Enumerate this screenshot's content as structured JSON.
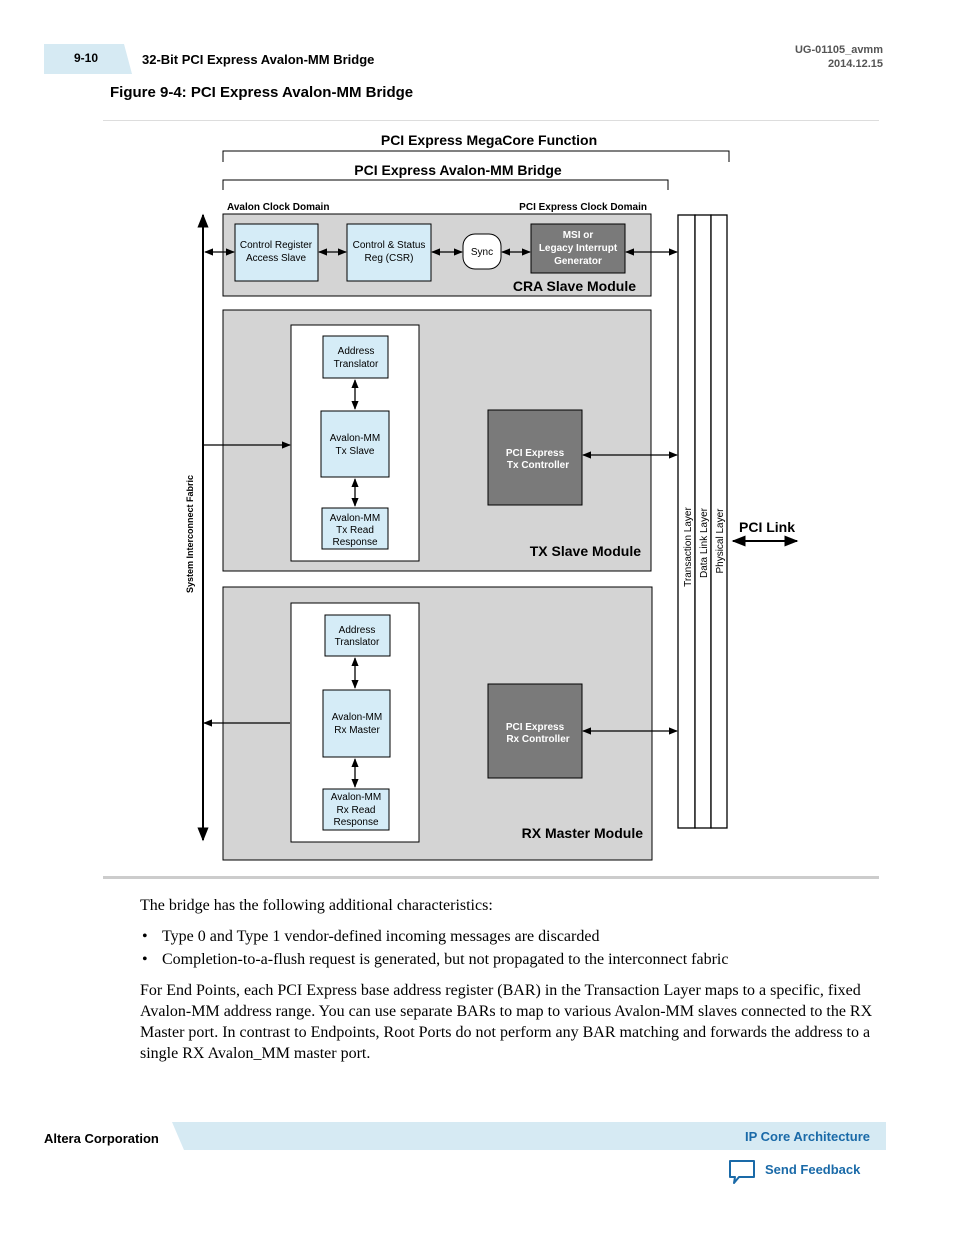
{
  "header": {
    "page_number": "9-10",
    "title": "32-Bit PCI Express Avalon-MM Bridge",
    "doc_id": "UG-01105_avmm",
    "date": "2014.12.15"
  },
  "figure": {
    "caption": "Figure 9-4: PCI Express Avalon-MM Bridge",
    "megacore_label": "PCI Express MegaCore Function",
    "bridge_label": "PCI Express Avalon-MM Bridge",
    "avalon_clock_domain": "Avalon Clock Domain",
    "pcie_clock_domain": "PCI Express Clock Domain",
    "system_fabric": "System Interconnect Fabric",
    "cra": {
      "module_label": "CRA Slave Module",
      "control_register_1": "Control Register",
      "control_register_2": "Access Slave",
      "csr_1": "Control & Status",
      "csr_2": "Reg (CSR)",
      "sync": "Sync",
      "msi_1": "MSI or",
      "msi_2": "Legacy Interrupt",
      "msi_3": "Generator"
    },
    "tx": {
      "module_label": "TX Slave Module",
      "addr_1": "Address",
      "addr_2": "Translator",
      "slave_1": "Avalon-MM",
      "slave_2": "Tx Slave",
      "read_1": "Avalon-MM",
      "read_2": "Tx Read",
      "read_3": "Response",
      "ctrl_1": "PCI Express",
      "ctrl_2": "Tx Controller"
    },
    "rx": {
      "module_label": "RX Master Module",
      "addr_1": "Address",
      "addr_2": "Translator",
      "master_1": "Avalon-MM",
      "master_2": "Rx Master",
      "read_1": "Avalon-MM",
      "read_2": "Rx Read",
      "read_3": "Response",
      "ctrl_1": "PCI Express",
      "ctrl_2": "Rx Controller"
    },
    "layers": {
      "transaction": "Transaction Layer",
      "data_link": "Data Link Layer",
      "physical": "Physical Layer"
    },
    "pci_link": "PCI Link"
  },
  "body": {
    "intro": "The bridge has the following additional characteristics:",
    "bullets": [
      "Type 0 and Type 1 vendor-defined incoming messages are discarded",
      "Completion-to-a-flush request is generated, but not propagated to the interconnect fabric"
    ],
    "paragraph": "For End Points, each PCI Express base address register (BAR) in the Transaction Layer maps to a specific, fixed Avalon-MM address range. You can use separate BARs to map to various Avalon-MM slaves connected to the RX Master port. In contrast to Endpoints, Root Ports do not perform any BAR matching and forwards the address to a single RX Avalon_MM master port."
  },
  "footer": {
    "company": "Altera Corporation",
    "section": "IP Core Architecture",
    "feedback": "Send Feedback"
  },
  "colors": {
    "module_fill": "#d4d4d4",
    "block_fill": "#d5ecf7",
    "controller_fill": "#7a7a7a",
    "accent_blue": "#1a6aa8",
    "band_blue": "#d6eaf3"
  }
}
